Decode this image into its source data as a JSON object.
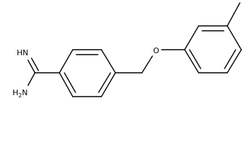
{
  "molecule": {
    "atoms": {
      "imine": "HN",
      "amine_main": "H",
      "amine_sub": "2",
      "amine_tail": "N",
      "oxygen": "O"
    }
  }
}
